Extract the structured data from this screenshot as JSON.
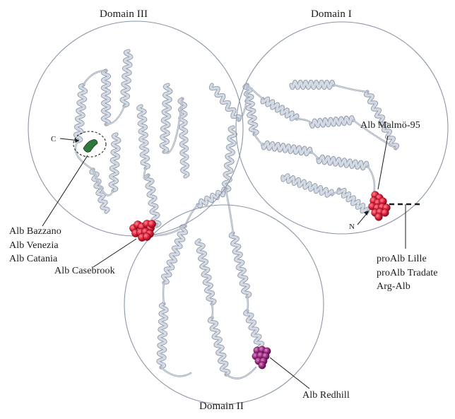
{
  "domains": {
    "domain3": "Domain III",
    "domain1": "Domain I",
    "domain2": "Domain II"
  },
  "terminals": {
    "c_terminus": "C",
    "n_terminus": "N"
  },
  "variants": {
    "left_group": [
      "Alb Bazzano",
      "Alb Venezia",
      "Alb Catania"
    ],
    "casebrook": "Alb Casebrook",
    "malmo": "Alb Malmö-95",
    "right_group": [
      "proAlb Lille",
      "proAlb Tradate",
      "Arg-Alb"
    ],
    "redhill": "Alb Redhill"
  },
  "colors": {
    "domain_circle": "#8a96a8",
    "ribbon": "#d3dae4",
    "ribbon_shade": "#8f99a8",
    "variant_red": "#e0203a",
    "variant_purple": "#9b2a86",
    "variant_green": "#2f7a3a",
    "leader_line": "#1a1a1a"
  }
}
